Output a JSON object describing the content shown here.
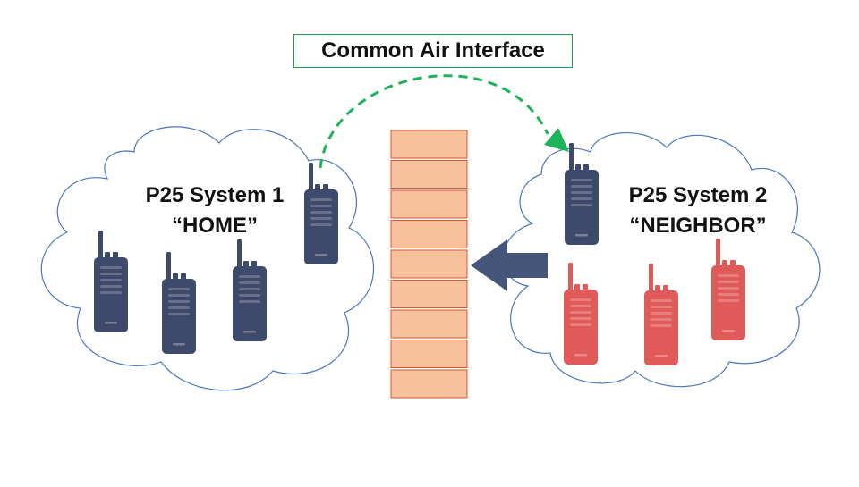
{
  "interface_label": "Common Air Interface",
  "systems": [
    {
      "title": "P25 System 1",
      "subtitle": "“HOME”"
    },
    {
      "title": "P25 System 2",
      "subtitle": "“NEIGHBOR”"
    }
  ],
  "colors": {
    "home_radio": "#3d4a6b",
    "neighbor_radio": "#e05a5a",
    "firewall_brick": "#f7c19b",
    "firewall_border": "#d9572d",
    "interface_arrow": "#1db35a",
    "blocked_arrow": "#46567a",
    "cloud_outline": "#4a77c0"
  }
}
